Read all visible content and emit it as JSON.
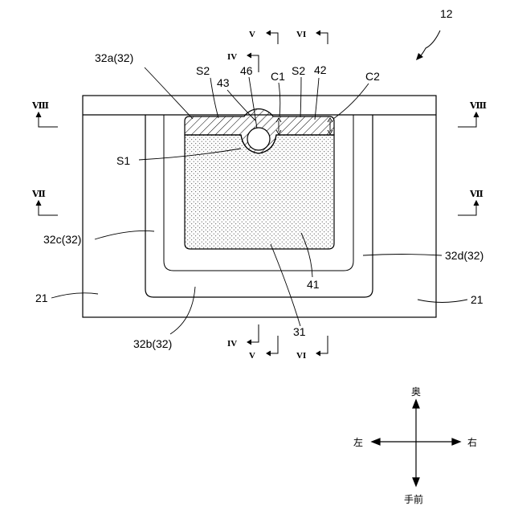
{
  "figure_number": "12",
  "labels": {
    "l_32a": "32a(32)",
    "l_s2_left": "S2",
    "l_43": "43",
    "l_46": "46",
    "l_c1": "C1",
    "l_s2_right": "S2",
    "l_42": "42",
    "l_c2": "C2",
    "l_s1": "S1",
    "l_32c": "32c(32)",
    "l_32d": "32d(32)",
    "l_41": "41",
    "l_21_left": "21",
    "l_21_right": "21",
    "l_31": "31",
    "l_32b": "32b(32)"
  },
  "section_marks": {
    "v_top": "V",
    "vi_top": "VI",
    "iv_top": "IV",
    "viii_left": "Ⅷ",
    "viii_right": "Ⅷ",
    "vii_left": "Ⅶ",
    "vii_right": "Ⅶ",
    "iv_bottom": "IV",
    "v_bottom": "V",
    "vi_bottom": "VI"
  },
  "directions": {
    "back": "奥",
    "front": "手前",
    "left": "左",
    "right": "右"
  }
}
